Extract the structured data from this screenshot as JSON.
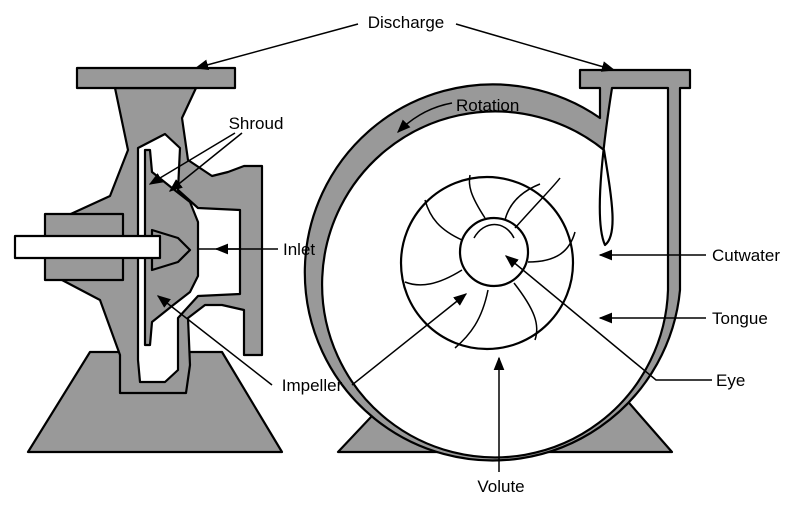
{
  "labels": {
    "discharge": "Discharge",
    "shroud": "Shroud",
    "rotation": "Rotation",
    "inlet": "Inlet",
    "cutwater": "Cutwater",
    "tongue": "Tongue",
    "impeller": "Impeller",
    "eye": "Eye",
    "volute": "Volute"
  },
  "colors": {
    "casing": "#999999",
    "line": "#000000",
    "background": "#ffffff"
  }
}
